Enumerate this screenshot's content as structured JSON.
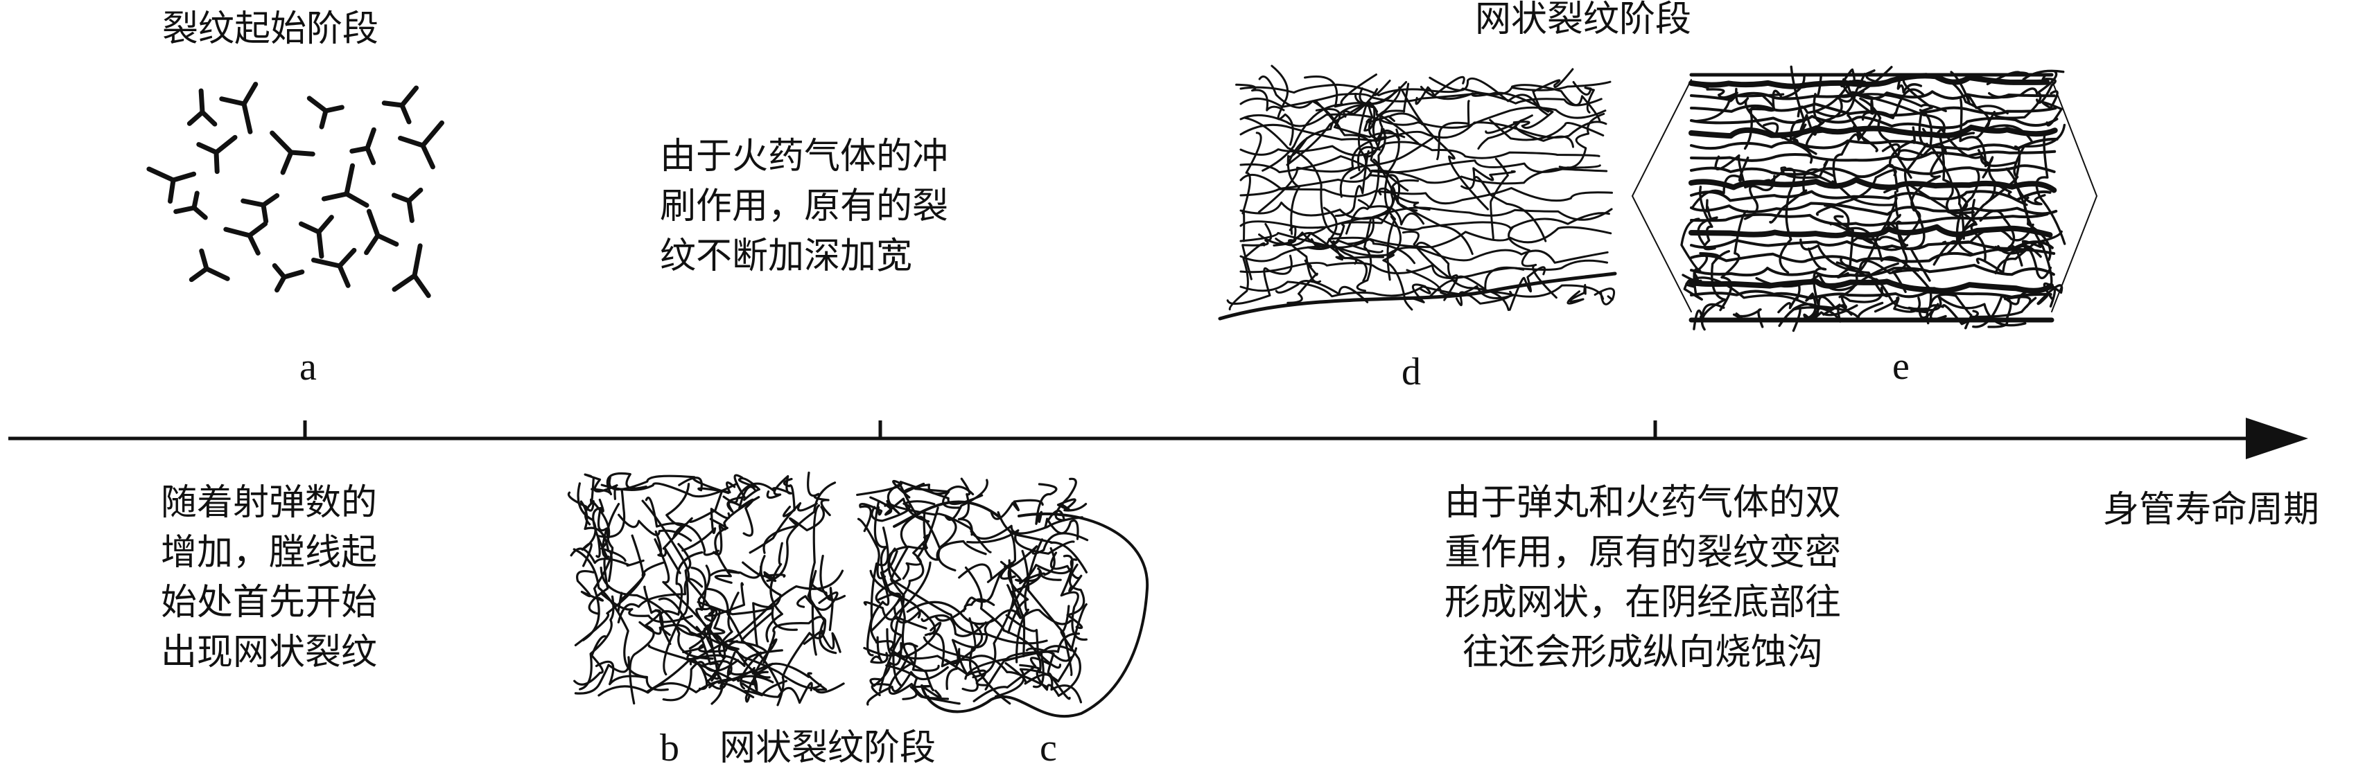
{
  "stage_a_title": "裂纹起始阶段",
  "stage_de_title": "网状裂纹阶段",
  "stage_bc_title": "网状裂纹阶段",
  "labels": {
    "a": "a",
    "b": "b",
    "c": "c",
    "d": "d",
    "e": "e"
  },
  "axis_label": "身管寿命周期",
  "text_initial": "随着射弹数的\n增加，膛线起\n始处首先开始\n出现网状裂纹",
  "text_middle": "由于火药气体的冲\n刷作用，原有的裂\n纹不断加深加宽",
  "text_right": "由于弹丸和火药气体的双\n重作用，原有的裂纹变密\n形成网状，在阴经底部往\n往还会形成纵向烧蚀沟",
  "colors": {
    "ink": "#111111",
    "background": "#ffffff"
  }
}
